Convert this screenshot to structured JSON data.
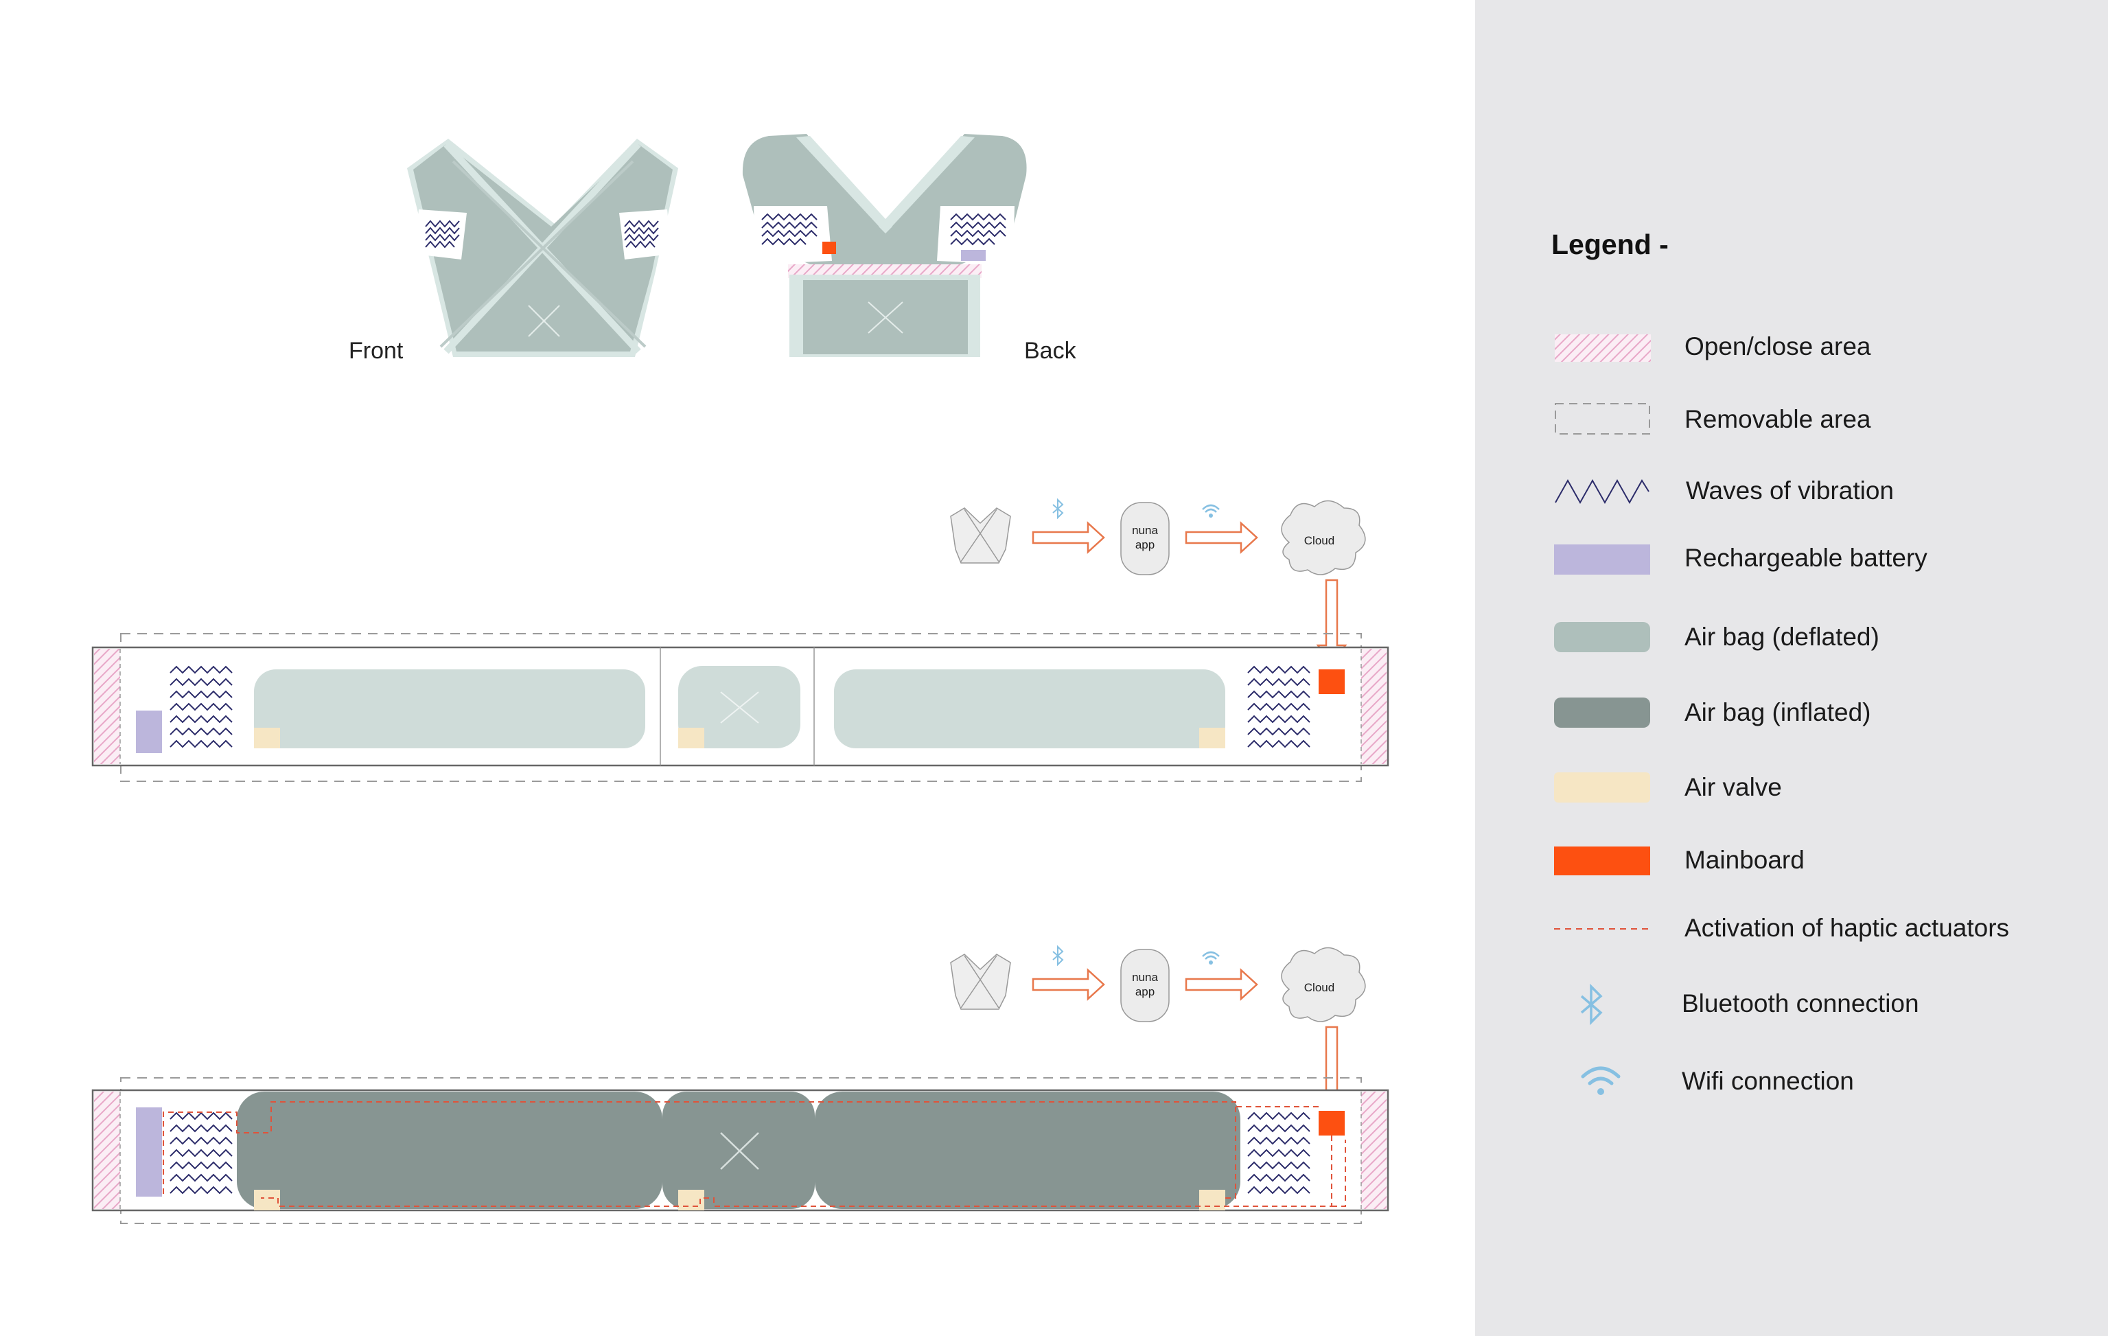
{
  "views": {
    "front_label": "Front",
    "back_label": "Back"
  },
  "flow": {
    "app_label_line1": "nuna",
    "app_label_line2": "app",
    "cloud_label": "Cloud"
  },
  "legend": {
    "title": "Legend -",
    "items": [
      {
        "key": "open-close-area",
        "label": "Open/close area"
      },
      {
        "key": "removable-area",
        "label": "Removable area"
      },
      {
        "key": "waves-of-vibration",
        "label": "Waves of vibration"
      },
      {
        "key": "rechargeable-battery",
        "label": "Rechargeable battery"
      },
      {
        "key": "air-bag-deflated",
        "label": "Air bag (deflated)"
      },
      {
        "key": "air-bag-inflated",
        "label": "Air bag (inflated)"
      },
      {
        "key": "air-valve",
        "label": "Air valve"
      },
      {
        "key": "mainboard",
        "label": "Mainboard"
      },
      {
        "key": "activation-haptic",
        "label": "Activation of haptic actuators"
      },
      {
        "key": "bluetooth",
        "label": "Bluetooth connection"
      },
      {
        "key": "wifi",
        "label": "Wifi connection"
      }
    ]
  },
  "colors": {
    "open_close_hatch": "#e8a8c8",
    "removable_dash": "#9a9a9a",
    "vibration_wave": "#2c2c6a",
    "battery": "#bcb6dc",
    "airbag_deflated": "#aebfbb",
    "airbag_deflated_light": "#cfdcd9",
    "airbag_inflated": "#879592",
    "air_valve": "#f6e6c4",
    "mainboard": "#fd5011",
    "activation": "#e0533a",
    "bluetooth": "#86c0e2",
    "wifi": "#86c0e2",
    "legend_bg": "#e7e7e9",
    "arrow": "#e8784c"
  }
}
